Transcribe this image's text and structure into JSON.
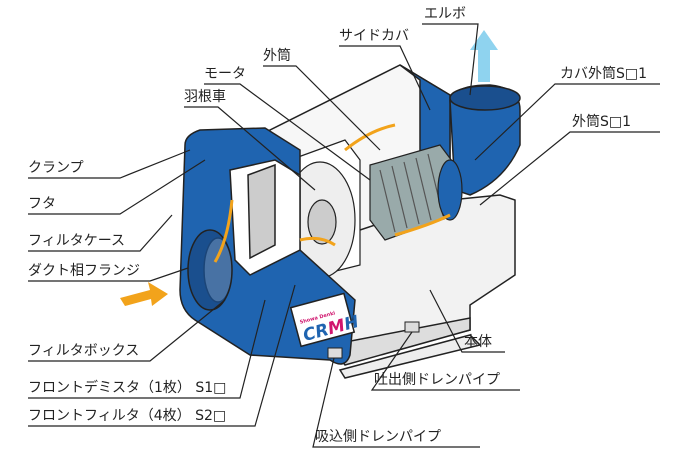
{
  "labels": {
    "elbow": "エルボ",
    "side_cover": "サイドカバ",
    "outer_tube": "外筒",
    "motor": "モータ",
    "impeller": "羽根車",
    "cover_outer_tube": "カバ外筒S□1",
    "outer_tube_s": "外筒S□1",
    "clamp": "クランプ",
    "lid": "フタ",
    "filter_case": "フィルタケース",
    "duct_flange": "ダクト相フランジ",
    "filter_box": "フィルタボックス",
    "front_demister": "フロントデミスタ（1枚） S1□",
    "front_filter": "フロントフィルタ（4枚） S2□",
    "body": "本体",
    "discharge_drain": "吐出側ドレンパイプ",
    "suction_drain": "吸込側ドレンパイプ"
  },
  "logo": {
    "brand": "CRMH",
    "maker": "Showa Denki"
  },
  "colors": {
    "blue": "#1f64b0",
    "orange": "#f2a31b",
    "cyan": "#8fd3ef",
    "line": "#222222"
  }
}
